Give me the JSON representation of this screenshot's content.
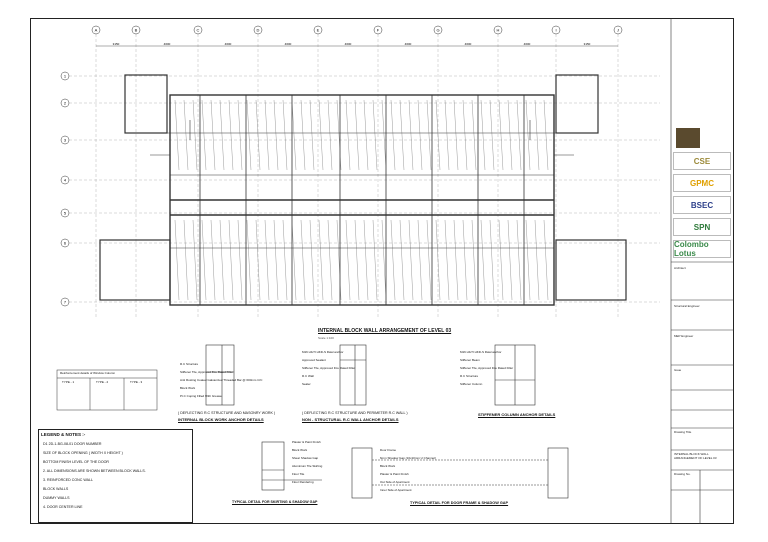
{
  "grid": {
    "columns": [
      "A",
      "B",
      "C",
      "D",
      "E",
      "F",
      "G",
      "H",
      "I",
      "J"
    ],
    "rows": [
      "1",
      "2",
      "3",
      "4",
      "5",
      "6",
      "7"
    ],
    "dims": [
      "3150",
      "4600",
      "4600",
      "4600",
      "4600",
      "4600",
      "4600",
      "4600",
      "3150"
    ]
  },
  "titles": {
    "plan": "INTERNAL BLOCK WALL ARRANGEMENT OF LEVEL 03",
    "plan_scale": "Scale 1:100",
    "det1_caption": "( DEFLECTING R.C STRUCTURE AND MASONRY WORK )",
    "det1": "INTERNAL BLOCK WORK ANCHOR DETAILS",
    "det2_caption": "( DEFLECTING R.C STRUCTURE AND PERIMETER R.C WALL )",
    "det2": "NON - STRUCTURAL R.C WALL ANCHOR DETAILS",
    "det3": "STIFFENER COLUMN ANCHOR DETAILS",
    "det4": "TYPICAL DETAIL FOR SKIRTING & SHADOW GAP",
    "det5": "TYPICAL DETAIL FOR DOOR FRAME & SHADOW GAP",
    "det_scale": "Scale 1:10"
  },
  "detail_notes": {
    "d1": [
      "R.C Structure",
      "Stiffener Tile, Approved Fire Rated Filler",
      "Anti Rusting Coated Galvanized Threaded Bar @ 600mm C/C",
      "Block Work",
      "Pt.C Coping Filled With Grease"
    ],
    "d2": [
      "M16 HILTI HKD-S Rawl anchor",
      "Approved Sealant",
      "Stiffener Tile, Approved Fire Rated Filler",
      "R.C Wall",
      "Sealer"
    ],
    "d3": [
      "M16 HILTI HKD-S Rawl anchor",
      "Stiffener Beam",
      "Stiffener Tile, Approved Fire Rated Filler",
      "R.C Structure",
      "Stiffener Column"
    ],
    "d4": [
      "Plaster & Paint Finish",
      "Block Work",
      "Shear Shadow Gap",
      "Aluminium Tile Skirting",
      "Floor Tile",
      "Floor Rendering"
    ],
    "d5": [
      "Door Frame",
      "6mm Shadow Gap (10x10mm U Channel)",
      "Block Work",
      "Plaster & Paint Finish",
      "Out Side of Apartment",
      "Inner Side of Apartment"
    ]
  },
  "opening_table": {
    "title": "Reinforcement details of Window Column",
    "headers": [
      "TYPE - 1",
      "TYPE - 2",
      "TYPE - 3"
    ]
  },
  "legend": {
    "title": "LEGEND & NOTES :-",
    "items": [
      {
        "sym": "D1",
        "code": "2D-1-BG-08-01",
        "text": "DOOR NUMBER"
      },
      {
        "sym": "",
        "code": "",
        "text": "SIZE OF BLOCK OPENING ( WIDTH X HEIGHT )"
      },
      {
        "sym": "",
        "code": "",
        "text": "BOTTOM FINISH LEVEL OF THE DOOR"
      },
      {
        "sym": "2.",
        "code": "",
        "text": "ALL DIMENSIONS ARE SHOWN BETWEEN BLOCK WALLS."
      },
      {
        "sym": "3.",
        "code": "",
        "text": "REINFORCED CONC WALL"
      },
      {
        "sym": "",
        "code": "",
        "text": "BLOCK WALLS"
      },
      {
        "sym": "",
        "code": "",
        "text": "DUMMY WALLS"
      },
      {
        "sym": "4.",
        "code": "",
        "text": "DOOR CENTER LINE"
      }
    ]
  },
  "title_block": {
    "logos": [
      "CSE",
      "GPMC",
      "BSEC",
      "SPN",
      "Colombo Lotus"
    ],
    "sections": [
      "Architect",
      "Structural Engineer",
      "MEP Engineer"
    ],
    "fields": [
      "Issue",
      "Drawing Title",
      "Drawing No."
    ],
    "drawing_title": "INTERNAL BLOCK WALL ARRANGEMENT OF LEVEL 03"
  },
  "colors": {
    "ink": "#222222",
    "wall": "#333333",
    "logo_accent": "#e0a000"
  }
}
